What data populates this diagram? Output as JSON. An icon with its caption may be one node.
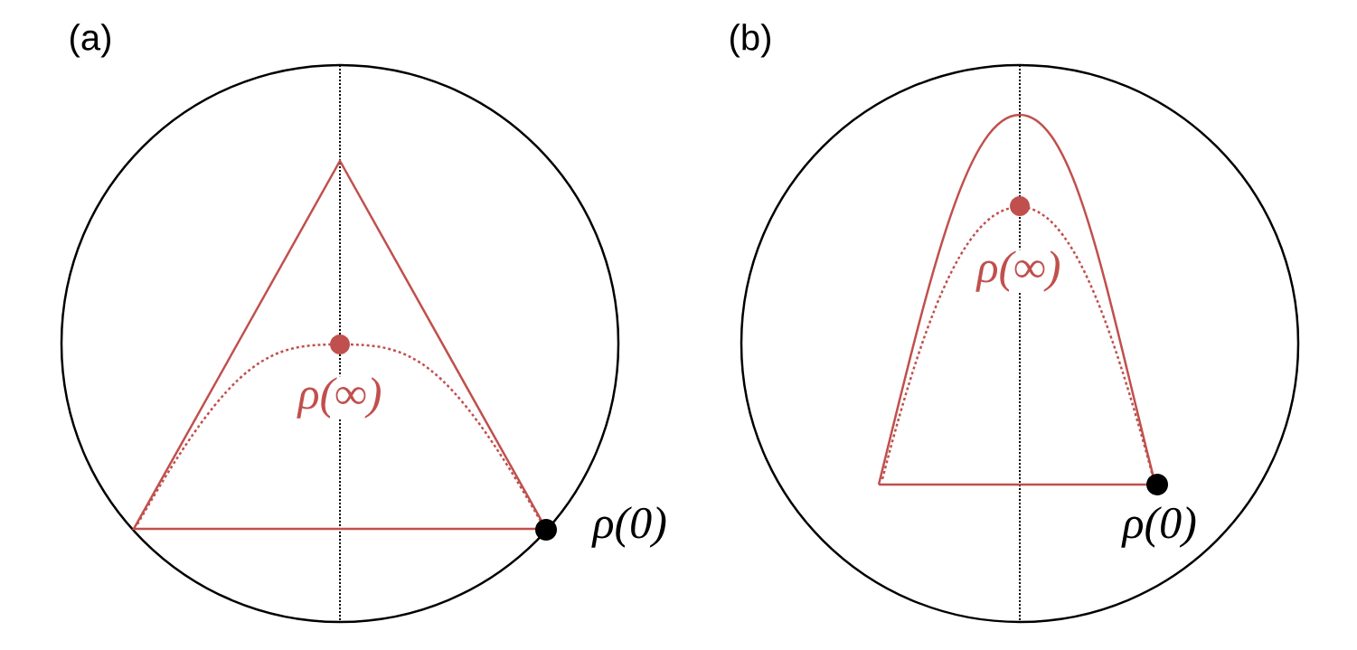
{
  "diagram": {
    "labels": [
      "(a)",
      "(b)",
      "ρ(∞)",
      "ρ(∞)",
      "ρ(0)",
      "ρ(0)"
    ]
  }
}
